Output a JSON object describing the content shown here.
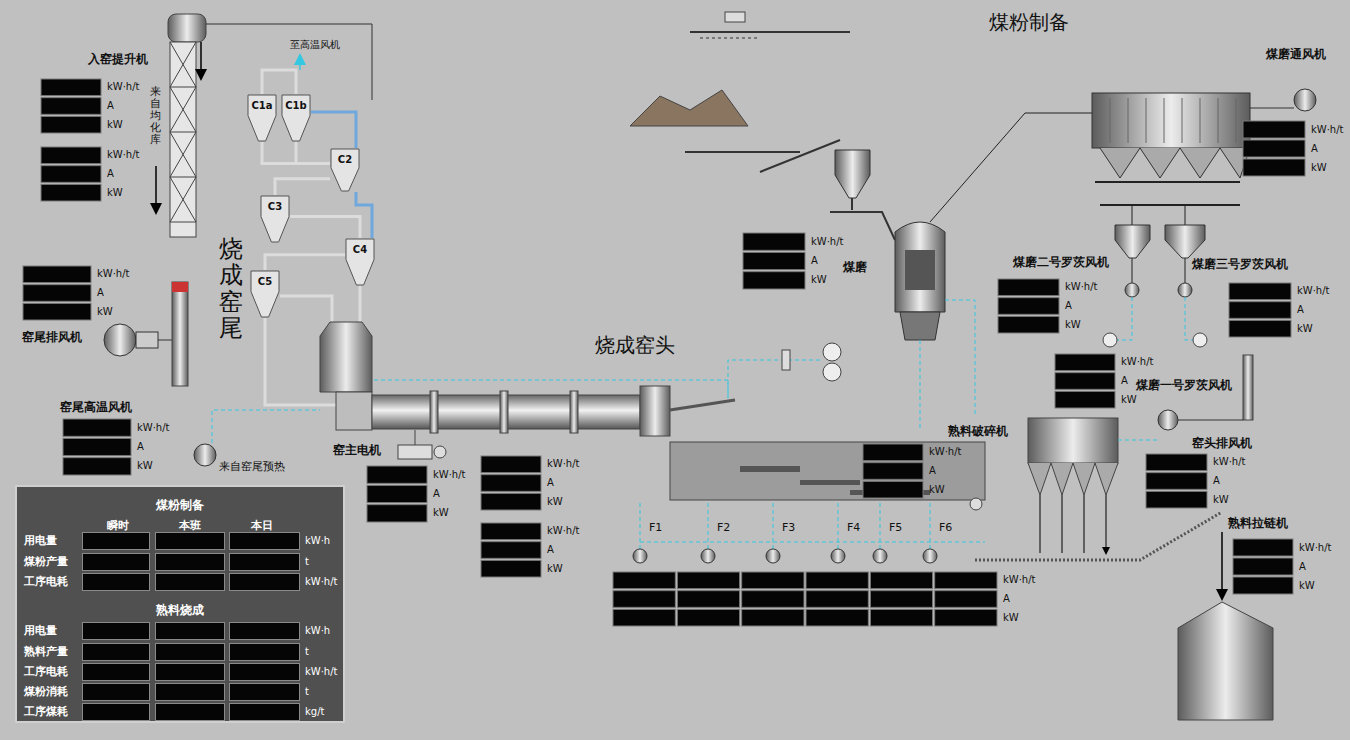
{
  "diagram": {
    "title": "煤粉制备",
    "nodes": [
      {
        "text": [
          "C1a"
        ]
      },
      {
        "text": [
          "C1b"
        ]
      },
      {
        "text": [
          "C2"
        ]
      },
      {
        "text": [
          "C3"
        ]
      },
      {
        "text": [
          "C4"
        ]
      },
      {
        "text": [
          "C5"
        ]
      },
      {
        "text": [
          "煤粉制备",
          "熟料烧成"
        ]
      }
    ],
    "edges": [
      {
        "from": 0,
        "to": 2,
        "arrow": "none"
      },
      {
        "from": 1,
        "to": 2,
        "arrow": "none"
      },
      {
        "from": 2,
        "to": 3,
        "arrow": "none"
      },
      {
        "from": 3,
        "to": 4,
        "arrow": "none"
      },
      {
        "from": 4,
        "to": 5,
        "arrow": "none"
      }
    ],
    "labels": [
      "入窑提升机",
      "至高温风机",
      "来自均化库",
      "烧成窑尾",
      "窑尾排风机",
      "窑尾高温风机",
      "来自窑尾预热",
      "窑主电机",
      "烧成窑头",
      "煤磨",
      "煤磨通风机",
      "煤磨二号罗茨风机",
      "煤磨三号罗茨风机",
      "煤磨一号罗茨风机",
      "熟料破碎机",
      "窑头排风机",
      "熟料拉链机",
      "F1",
      "F2",
      "F3",
      "F4",
      "F5",
      "F6",
      "kW·h/t",
      "A",
      "kW",
      "kW·h/t",
      "A",
      "kW",
      "kW·h/t",
      "A",
      "kW",
      "kW·h/t",
      "A",
      "kW",
      "kW·h/t",
      "A",
      "kW",
      "kW·h/t",
      "A",
      "kW",
      "kW·h/t",
      "A",
      "kW",
      "kW·h/t",
      "A",
      "kW",
      "kW·h/t",
      "A",
      "kW",
      "kW·h/t",
      "A",
      "kW",
      "kW·h/t",
      "A",
      "kW",
      "kW·h/t",
      "A",
      "kW",
      "kW·h/t",
      "A",
      "kW",
      "kW·h/t",
      "A",
      "kW",
      "kW·h/t",
      "A",
      "kW",
      "kW·h/t",
      "A",
      "kW",
      "瞬时",
      "本班",
      "本日",
      "用电量",
      "煤粉产量",
      "工序电耗",
      "kW·h",
      "t",
      "kW·h/t",
      "用电量",
      "熟料产量",
      "工序电耗",
      "煤粉消耗",
      "工序煤耗",
      "kW·h",
      "t",
      "kW·h/t",
      "t",
      "kg/t"
    ]
  }
}
